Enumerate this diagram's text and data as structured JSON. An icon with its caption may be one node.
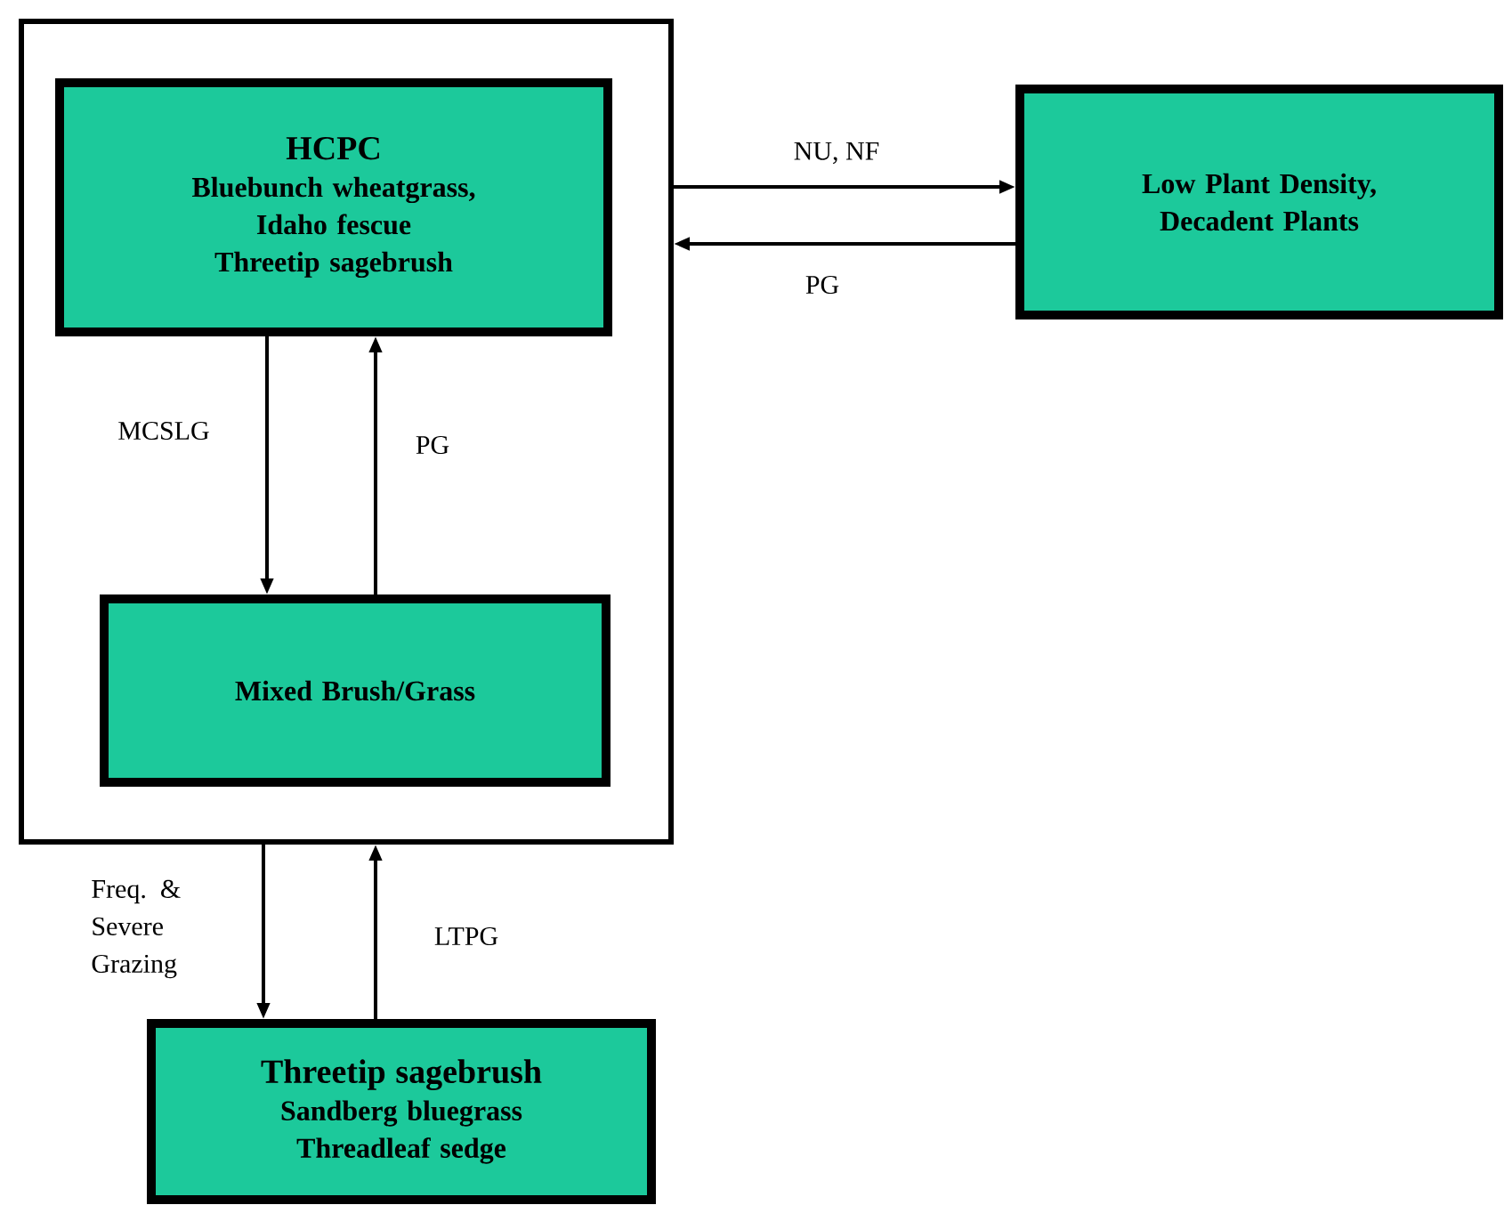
{
  "diagram": {
    "nodes": [
      {
        "text": [],
        "shape": "box"
      },
      {
        "text": [
          "HCPC",
          "Bluebunch wheatgrass, Idaho fescue",
          "Threetip sagebrush"
        ],
        "in": 0
      },
      {
        "text": [
          "Mixed Brush/Grass"
        ],
        "in": 0
      },
      {
        "text": [
          "Low Plant Density, Decadent Plants"
        ]
      },
      {
        "text": [
          "Threetip sagebrush",
          "Sandberg bluegrass",
          "Threadleaf sedge"
        ]
      }
    ],
    "edges": [
      {
        "from": 0,
        "to": 3,
        "arrow": "to",
        "label": "NU, NF"
      },
      {
        "from": 3,
        "to": 0,
        "arrow": "to",
        "label": "PG"
      },
      {
        "from": 1,
        "to": 2,
        "arrow": "to",
        "label": "MCSLG"
      },
      {
        "from": 2,
        "to": 1,
        "arrow": "to",
        "label": "PG"
      },
      {
        "from": 0,
        "to": 4,
        "arrow": "to",
        "label": "Freq. & Severe Grazing"
      },
      {
        "from": 4,
        "to": 0,
        "arrow": "to",
        "label": "LTPG"
      }
    ]
  }
}
